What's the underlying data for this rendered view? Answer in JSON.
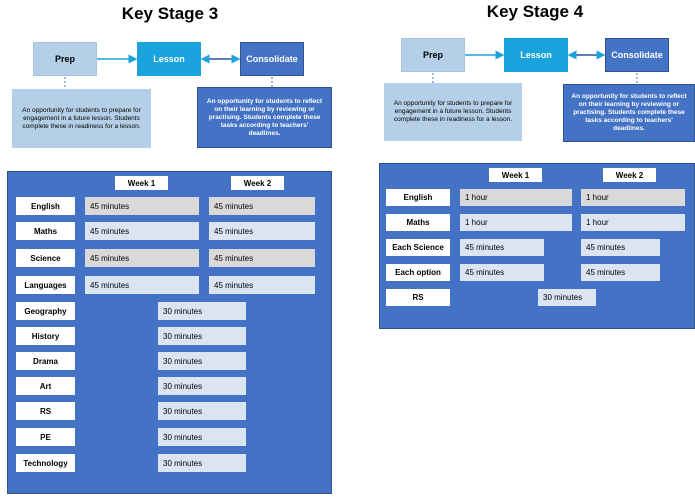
{
  "ks3": {
    "title": "Key Stage 3",
    "flow": {
      "prep": "Prep",
      "lesson": "Lesson",
      "consolidate": "Consolidate"
    },
    "prep_note": "An opportunity for students to prepare for engagement in a future lesson. Students complete these in readiness for a lesson.",
    "consolidate_note": "An opportunity for students to reflect on their learning by reviewing or practising. Students complete these tasks according to teachers' deadlines.",
    "week1": "Week 1",
    "week2": "Week 2",
    "rows": [
      {
        "subject": "English",
        "w1": "45 minutes",
        "w2": "45 minutes"
      },
      {
        "subject": "Maths",
        "w1": "45 minutes",
        "w2": "45 minutes"
      },
      {
        "subject": "Science",
        "w1": "45 minutes",
        "w2": "45 minutes"
      },
      {
        "subject": "Languages",
        "w1": "45 minutes",
        "w2": "45 minutes"
      }
    ],
    "single_rows": [
      {
        "subject": "Geography",
        "value": "30 minutes"
      },
      {
        "subject": "History",
        "value": "30 minutes"
      },
      {
        "subject": "Drama",
        "value": "30 minutes"
      },
      {
        "subject": "Art",
        "value": "30 minutes"
      },
      {
        "subject": "RS",
        "value": "30 minutes"
      },
      {
        "subject": "PE",
        "value": "30 minutes"
      },
      {
        "subject": "Technology",
        "value": "30 minutes"
      }
    ]
  },
  "ks4": {
    "title": "Key Stage 4",
    "flow": {
      "prep": "Prep",
      "lesson": "Lesson",
      "consolidate": "Consolidate"
    },
    "prep_note": "An opportunity for students to prepare for engagement in a future lesson. Students complete these in readiness for a lesson.",
    "consolidate_note": "An opportunity for students to reflect on their learning by reviewing or practising. Students complete these tasks according to teachers' deadlines.",
    "week1": "Week 1",
    "week2": "Week 2",
    "rows": [
      {
        "subject": "English",
        "w1": "1 hour",
        "w2": "1 hour"
      },
      {
        "subject": "Maths",
        "w1": "1 hour",
        "w2": "1 hour"
      },
      {
        "subject": "Each Science",
        "w1": "45 minutes",
        "w2": "45 minutes"
      },
      {
        "subject": "Each option",
        "w1": "45 minutes",
        "w2": "45 minutes"
      }
    ],
    "single_rows": [
      {
        "subject": "RS",
        "value": "30 minutes"
      }
    ]
  },
  "colors": {
    "prep": "#b5cfe8",
    "lesson": "#1aa3dc",
    "consolidate": "#4472c4",
    "cell": "#dbe4f3",
    "cell_grey": "#d9d9d9",
    "arrow": "#1aa3dc"
  }
}
